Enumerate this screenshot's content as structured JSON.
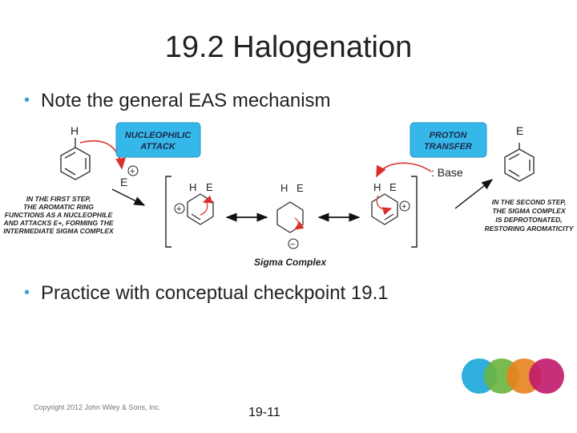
{
  "title": "19.2 Halogenation",
  "bullets": [
    "Note the general EAS mechanism",
    "Practice with conceptual checkpoint 19.1"
  ],
  "diagram": {
    "nucleophilic_attack_line1": "NUCLEOPHILIC",
    "nucleophilic_attack_line2": "ATTACK",
    "proton_transfer_line1": "PROTON",
    "proton_transfer_line2": "TRANSFER",
    "left_note": [
      "IN THE FIRST STEP,",
      "THE AROMATIC RING",
      "FUNCTIONS AS A NUCLEOPHILE",
      "AND ATTACKS E+, FORMING THE",
      "INTERMEDIATE SIGMA COMPLEX"
    ],
    "right_note": [
      "IN THE SECOND STEP,",
      "THE SIGMA COMPLEX",
      "IS DEPROTONATED,",
      "RESTORING AROMATICITY"
    ],
    "sigma_complex": "Sigma Complex",
    "base": ": Base",
    "atom_H": "H",
    "atom_E": "E",
    "plus": "+",
    "minus": "−",
    "colors": {
      "callout": "#35b7ea",
      "arrow_red": "#d9302b"
    }
  },
  "footer": {
    "copyright": "Copyright 2012 John Wiley & Sons, Inc.",
    "page": "19-11"
  },
  "decor_colors": [
    "#1aa6d8",
    "#6ab43e",
    "#e8821e",
    "#c2186c"
  ]
}
